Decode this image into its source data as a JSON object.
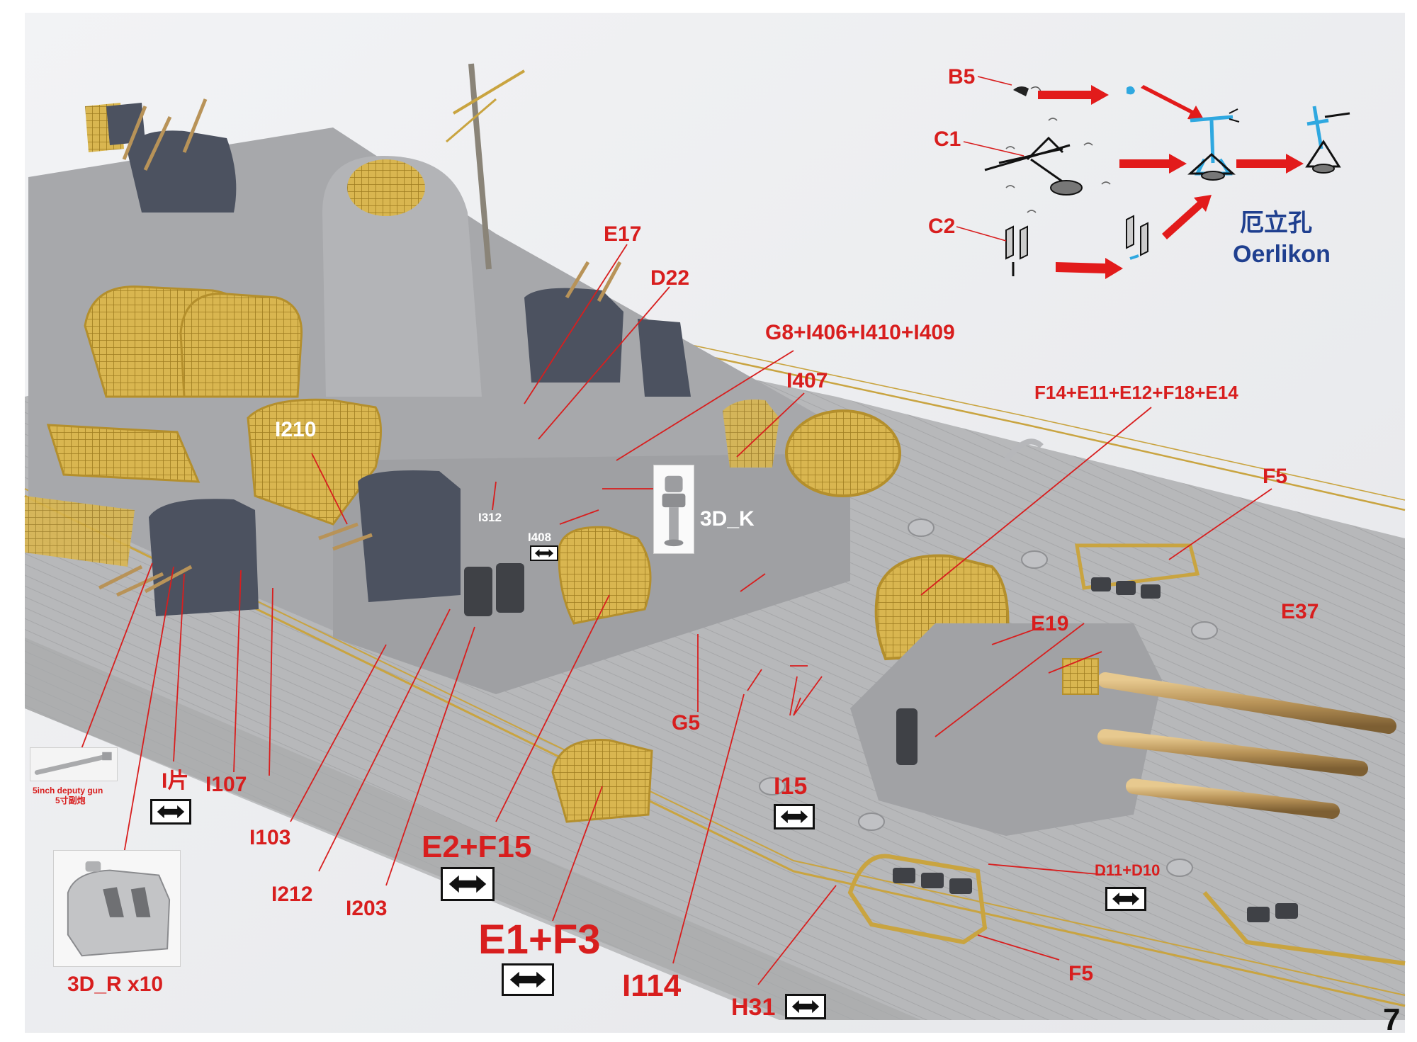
{
  "page_number": "7",
  "oerlikon": {
    "chinese_name": "厄立孔",
    "english_name": "Oerlikon",
    "parts": {
      "b5": "B5",
      "c1": "C1",
      "c2": "C2"
    }
  },
  "labels": {
    "e17": "E17",
    "d22": "D22",
    "g8_group": "G8+I406+I410+I409",
    "i407": "I407",
    "f14_group": "F14+E11+E12+F18+E14",
    "f5_top": "F5",
    "i210": "I210",
    "i312": "I312",
    "i408": "I408",
    "module_3dk": "3D_K",
    "e19": "E19",
    "e37": "E37",
    "g5": "G5",
    "i15": "I15",
    "i_pian": "I片",
    "i107": "I107",
    "i103": "I103",
    "e2_f15": "E2+F15",
    "i212": "I212",
    "i203": "I203",
    "e1_f3": "E1+F3",
    "i114": "I114",
    "h31": "H31",
    "d11_d10": "D11+D10",
    "f5_bottom": "F5"
  },
  "inset_gun": {
    "caption_en": "5inch deputy gun",
    "caption_cn": "5寸副炮"
  },
  "inset_turret": {
    "caption": "3D_R x10"
  },
  "colors": {
    "label_red": "#d81e1e",
    "label_blue": "#1f3f8f",
    "part_blue": "#2fa8e0",
    "deck_grey": "#b8b9bb",
    "hull_grey": "#a9aaac",
    "brass": "#d6b24a",
    "turret_dark": "#4c5260"
  }
}
